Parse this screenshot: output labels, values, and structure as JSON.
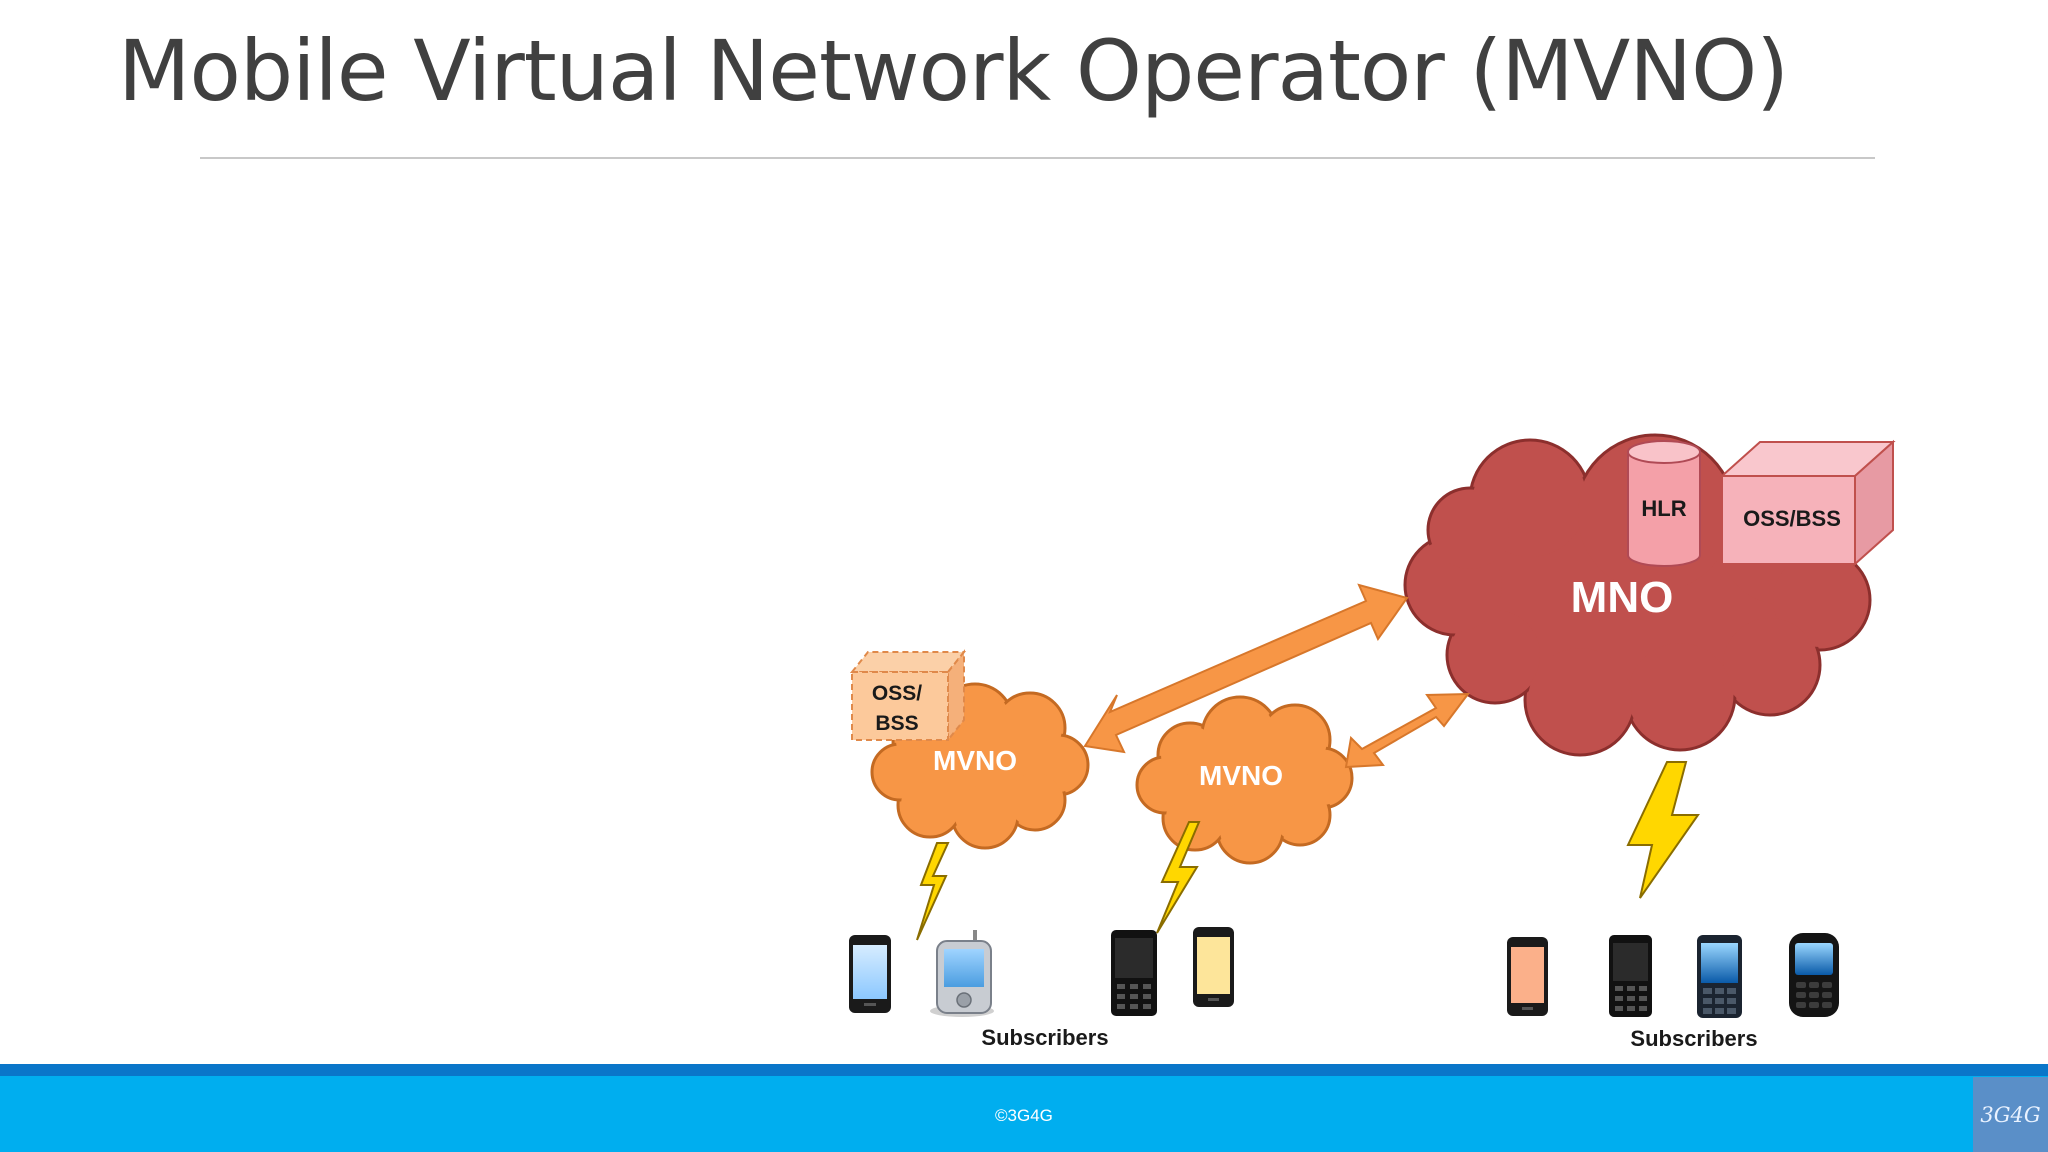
{
  "slide": {
    "title": "Mobile Virtual Network Operator (MVNO)"
  },
  "diagram": {
    "mno": {
      "label": "MNO",
      "hlr_label": "HLR",
      "oss_bss_label": "OSS/BSS"
    },
    "mvno_left": {
      "label": "MVNO",
      "oss_bss_line1": "OSS/",
      "oss_bss_line2": "BSS"
    },
    "mvno_middle": {
      "label": "MVNO"
    },
    "subscribers_left_label": "Subscribers",
    "subscribers_right_label": "Subscribers"
  },
  "footer": {
    "copyright": "©3G4G",
    "logo": "3G4G"
  },
  "colors": {
    "mno_cloud": "#c0504d",
    "mvno_cloud": "#f79646",
    "arrow": "#f79646",
    "lightning": "#ffd700",
    "footer_band": "#00aeef",
    "footer_line": "#0a76c9"
  }
}
